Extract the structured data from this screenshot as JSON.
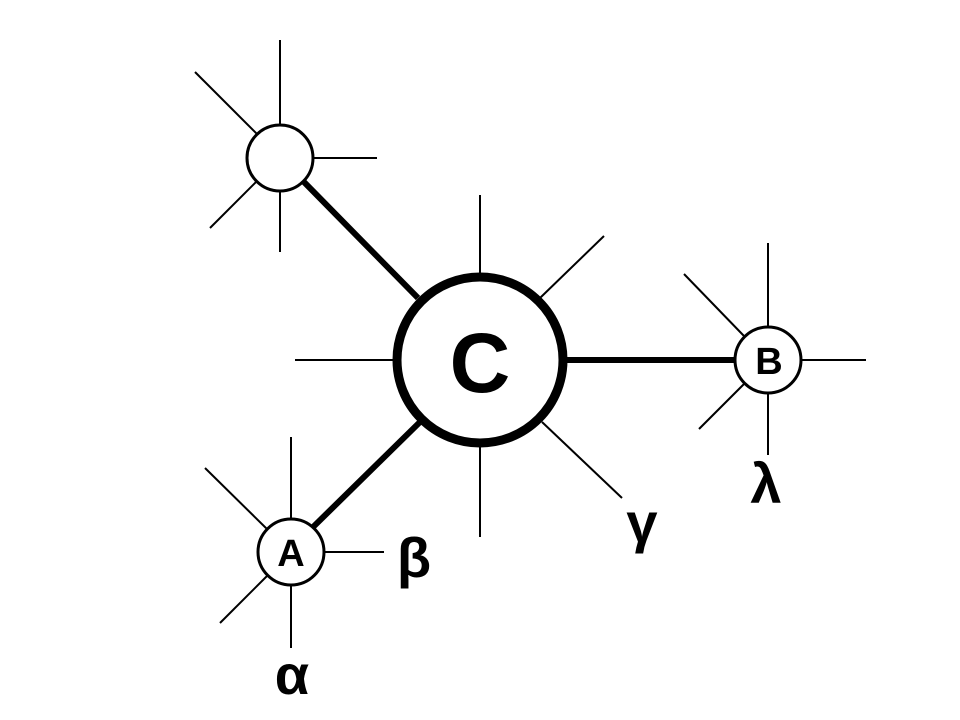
{
  "diagram": {
    "nodes": {
      "center": {
        "label": "C"
      },
      "a": {
        "label": "A"
      },
      "b": {
        "label": "B"
      },
      "top_left": {
        "label": ""
      }
    },
    "bond_labels": {
      "alpha": "α",
      "beta": "β",
      "gamma": "γ",
      "lambda": "λ"
    }
  }
}
